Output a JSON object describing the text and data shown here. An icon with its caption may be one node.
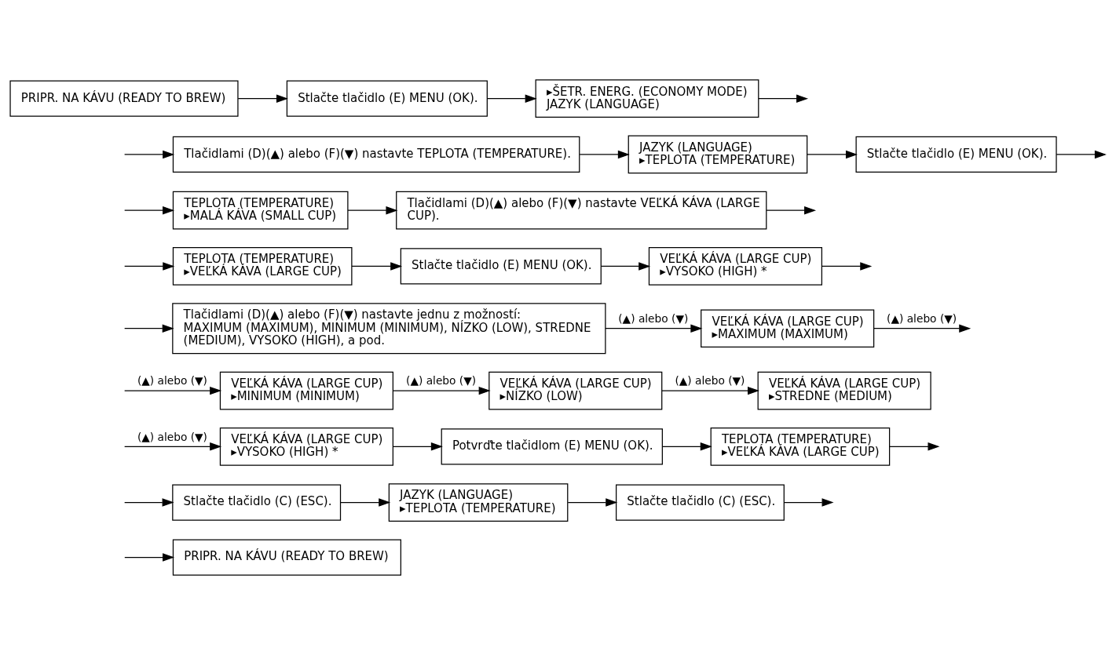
{
  "diagram": {
    "nodes": [
      {
        "text": [
          "PRIPR. NA KÁVU (READY TO BREW)"
        ]
      },
      {
        "text": [
          "Stlačte tlačidlo (E) MENU (OK)."
        ]
      },
      {
        "text": [
          "▸ŠETR. ENERG. (ECONOMY MODE)",
          "JAZYK (LANGUAGE)"
        ]
      },
      {
        "text": [
          "Tlačidlami (D)(▲) alebo (F)(▼) nastavte TEPLOTA (TEMPERATURE)."
        ]
      },
      {
        "text": [
          "JAZYK (LANGUAGE)",
          "▸TEPLOTA (TEMPERATURE)"
        ]
      },
      {
        "text": [
          "Stlačte tlačidlo (E) MENU (OK)."
        ]
      },
      {
        "text": [
          "TEPLOTA (TEMPERATURE)",
          "▸MALÁ KÁVA (SMALL CUP)"
        ]
      },
      {
        "text": [
          "Tlačidlami (D)(▲) alebo (F)(▼) nastavte VEĽKÁ KÁVA (LARGE CUP)."
        ]
      },
      {
        "text": [
          "TEPLOTA (TEMPERATURE)",
          "▸VEĽKÁ KÁVA (LARGE CUP)"
        ]
      },
      {
        "text": [
          "Stlačte tlačidlo (E) MENU (OK)."
        ]
      },
      {
        "text": [
          "VEĽKÁ KÁVA (LARGE CUP)",
          "▸VYSOKO (HIGH) *"
        ]
      },
      {
        "text": [
          "Tlačidlami (D)(▲) alebo (F)(▼) nastavte jednu z možností: MAXIMUM (MAXIMUM), MINIMUM (MINIMUM), NÍZKO (LOW), STREDNE (MEDIUM), VYSOKO (HIGH), a pod."
        ]
      },
      {
        "text": [
          "VEĽKÁ KÁVA (LARGE CUP)",
          "▸MAXIMUM (MAXIMUM)"
        ]
      },
      {
        "text": [
          "VEĽKÁ KÁVA (LARGE CUP)",
          "▸MINIMUM (MINIMUM)"
        ]
      },
      {
        "text": [
          "VEĽKÁ KÁVA (LARGE CUP)",
          "▸NÍZKO (LOW)"
        ]
      },
      {
        "text": [
          "VEĽKÁ KÁVA (LARGE CUP)",
          "▸STREDNE (MEDIUM)"
        ]
      },
      {
        "text": [
          "VEĽKÁ KÁVA (LARGE CUP)",
          "▸VYSOKO (HIGH) *"
        ]
      },
      {
        "text": [
          "Potvrďte tlačidlom (E) MENU (OK)."
        ]
      },
      {
        "text": [
          "TEPLOTA (TEMPERATURE)",
          "▸VEĽKÁ KÁVA (LARGE CUP)"
        ]
      },
      {
        "text": [
          "Stlačte tlačidlo (C) (ESC)."
        ]
      },
      {
        "text": [
          "JAZYK (LANGUAGE)",
          "▸TEPLOTA (TEMPERATURE)"
        ]
      },
      {
        "text": [
          "Stlačte tlačidlo (C) (ESC)."
        ]
      },
      {
        "text": [
          "PRIPR. NA KÁVU (READY TO BREW)"
        ]
      }
    ],
    "edges": [
      {
        "from": 0,
        "to": 1,
        "arrow": "to"
      },
      {
        "from": 1,
        "to": 2,
        "arrow": "to"
      },
      {
        "from": 2,
        "to": null,
        "arrow": "to"
      },
      {
        "from": null,
        "to": 3,
        "arrow": "to"
      },
      {
        "from": 3,
        "to": 4,
        "arrow": "to"
      },
      {
        "from": 4,
        "to": 5,
        "arrow": "to"
      },
      {
        "from": 5,
        "to": null,
        "arrow": "to"
      },
      {
        "from": null,
        "to": 6,
        "arrow": "to"
      },
      {
        "from": 6,
        "to": 7,
        "arrow": "to"
      },
      {
        "from": 7,
        "to": null,
        "arrow": "to"
      },
      {
        "from": null,
        "to": 8,
        "arrow": "to"
      },
      {
        "from": 8,
        "to": 9,
        "arrow": "to"
      },
      {
        "from": 9,
        "to": 10,
        "arrow": "to"
      },
      {
        "from": 10,
        "to": null,
        "arrow": "to"
      },
      {
        "from": null,
        "to": 11,
        "arrow": "to"
      },
      {
        "from": 11,
        "to": 12,
        "arrow": "to",
        "label": "(▲) alebo (▼)"
      },
      {
        "from": 12,
        "to": null,
        "arrow": "to",
        "label": "(▲) alebo (▼)"
      },
      {
        "from": null,
        "to": 13,
        "arrow": "to",
        "label": "(▲) alebo (▼)"
      },
      {
        "from": 13,
        "to": 14,
        "arrow": "to",
        "label": "(▲) alebo (▼)"
      },
      {
        "from": 14,
        "to": 15,
        "arrow": "to",
        "label": "(▲) alebo (▼)"
      },
      {
        "from": null,
        "to": 16,
        "arrow": "to",
        "label": "(▲) alebo (▼)"
      },
      {
        "from": 16,
        "to": 17,
        "arrow": "to"
      },
      {
        "from": 17,
        "to": 18,
        "arrow": "to"
      },
      {
        "from": 18,
        "to": null,
        "arrow": "to"
      },
      {
        "from": null,
        "to": 19,
        "arrow": "to"
      },
      {
        "from": 19,
        "to": 20,
        "arrow": "to"
      },
      {
        "from": 20,
        "to": 21,
        "arrow": "to"
      },
      {
        "from": 21,
        "to": null,
        "arrow": "to"
      },
      {
        "from": null,
        "to": 22,
        "arrow": "to"
      }
    ]
  }
}
